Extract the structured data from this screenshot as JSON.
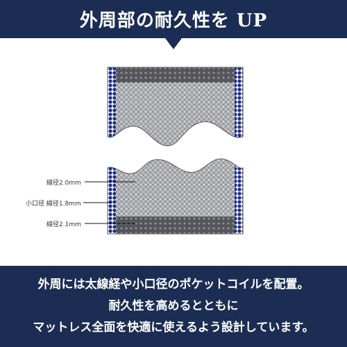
{
  "header": {
    "title": "外周部の耐久性を UP"
  },
  "labels": {
    "wire_20": "線径2.0mm",
    "wire_small_18": "小口径 線径1.8mm",
    "wire_21": "線径2.1mm"
  },
  "footer": {
    "line1": "外周には太線経や小口径のポケットコイルを配置。",
    "line2": "耐久性を高めるとともに",
    "line3": "マットレス全面を快適に使えるよう設計しています。"
  },
  "colors": {
    "banner": "#1b2d52",
    "coil_blue": "#1f2f8c",
    "coil_dark": "#55575c",
    "coil_light": "#b8b9bd"
  }
}
